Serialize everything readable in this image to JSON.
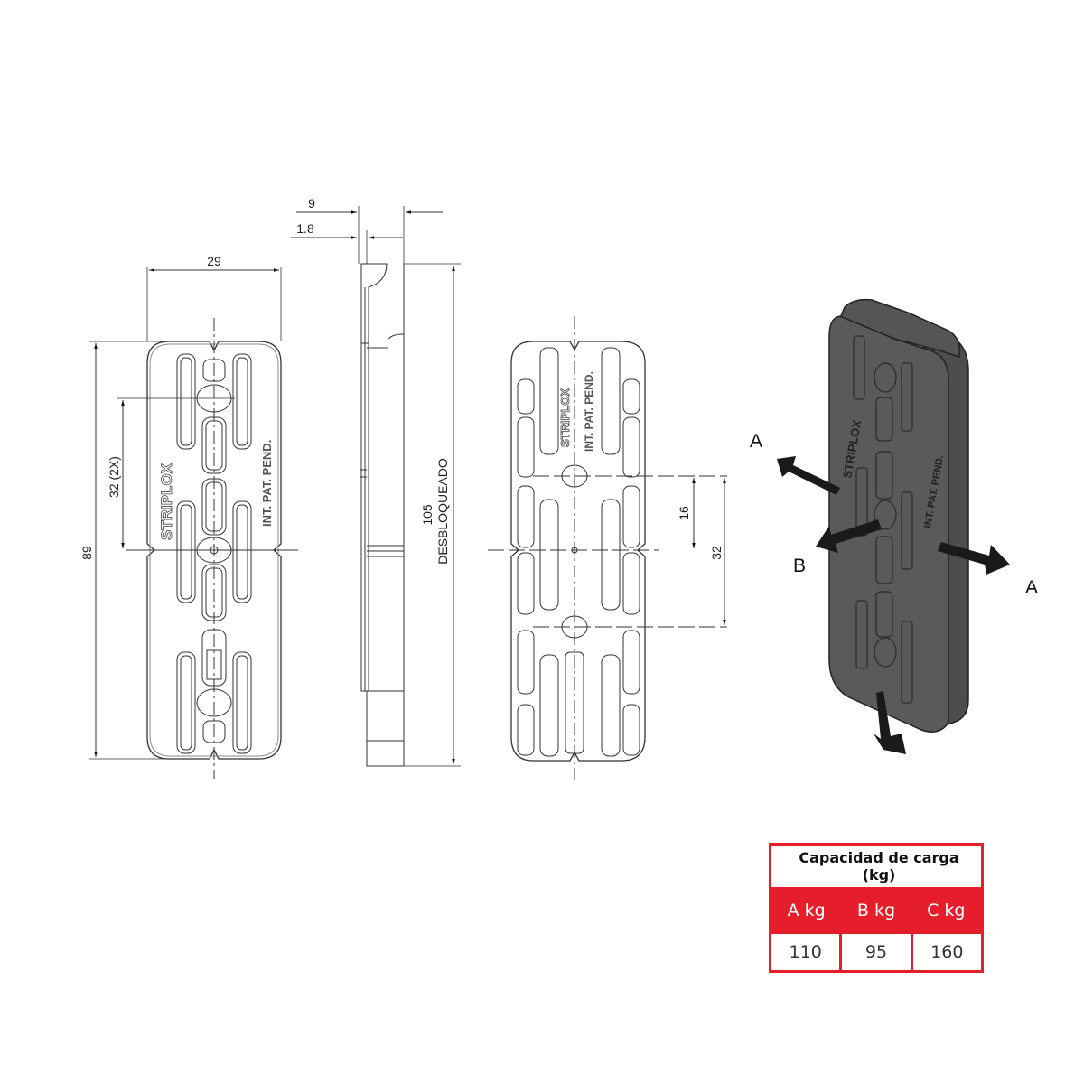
{
  "drawing": {
    "front_view": {
      "width_dim": "29",
      "height_dim": "89",
      "pitch_dim": "32 (2X)",
      "logo_text": "STRIPLOX",
      "patent_text": "INT. PAT. PEND."
    },
    "side_view": {
      "thickness_dim": "9",
      "lip_dim": "1.8",
      "unlocked_length_dim": "105",
      "unlocked_label": "DESBLOQUEADO"
    },
    "back_view": {
      "logo_text": "STRIPLOX",
      "patent_text": "INT. PAT. PEND.",
      "hole_offset_dim": "16",
      "hole_spacing_dim": "32"
    },
    "iso_view": {
      "arrow_labels": [
        "A",
        "B",
        "A"
      ],
      "body_color": "#5a5a5a",
      "arrow_color": "#1a1a1a"
    }
  },
  "load_table": {
    "title": "Capacidad de carga (kg)",
    "accent_color": "#e61e2b",
    "headers": [
      "A kg",
      "B kg",
      "C kg"
    ],
    "values": [
      "110",
      "95",
      "160"
    ]
  }
}
